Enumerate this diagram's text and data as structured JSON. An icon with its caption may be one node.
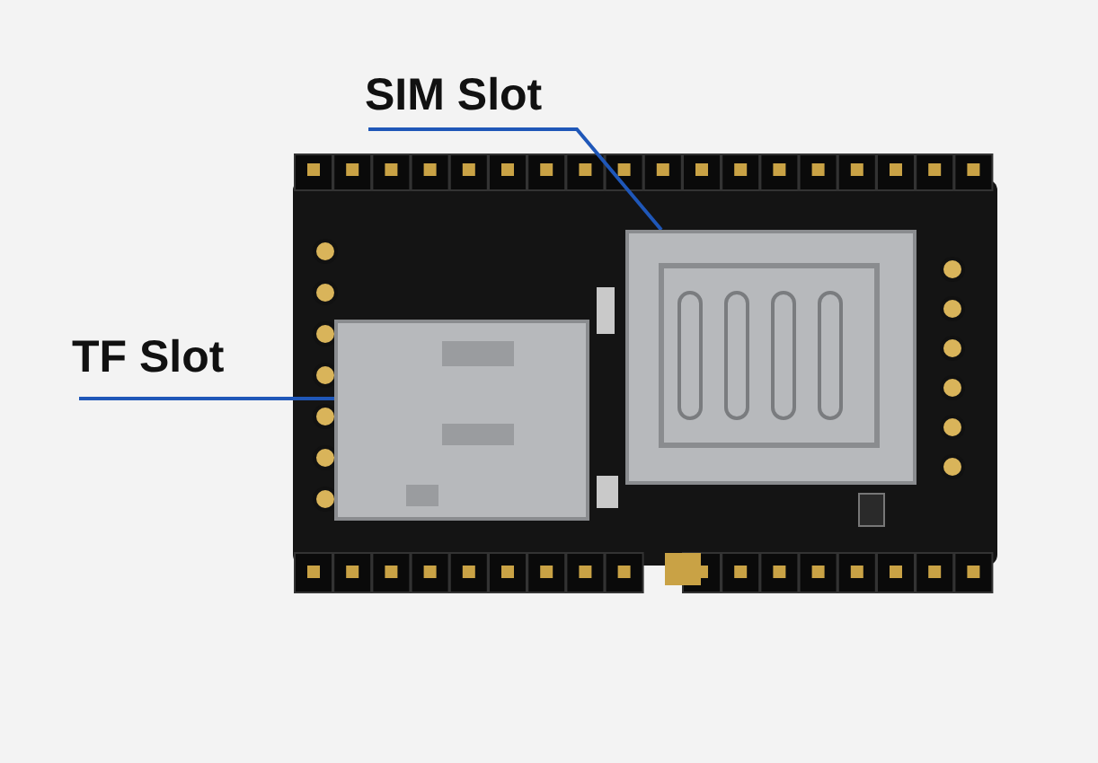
{
  "diagram": {
    "nodes": [
      {
        "text": [
          "SIM Slot"
        ]
      },
      {
        "text": [
          "TF Slot"
        ]
      },
      {
        "text": [],
        "shape": "box"
      },
      {
        "text": [],
        "shape": "box"
      }
    ],
    "edges": [
      {
        "from": 0,
        "to": 3,
        "arrow": "none"
      },
      {
        "from": 1,
        "to": 2,
        "arrow": "none"
      }
    ]
  }
}
